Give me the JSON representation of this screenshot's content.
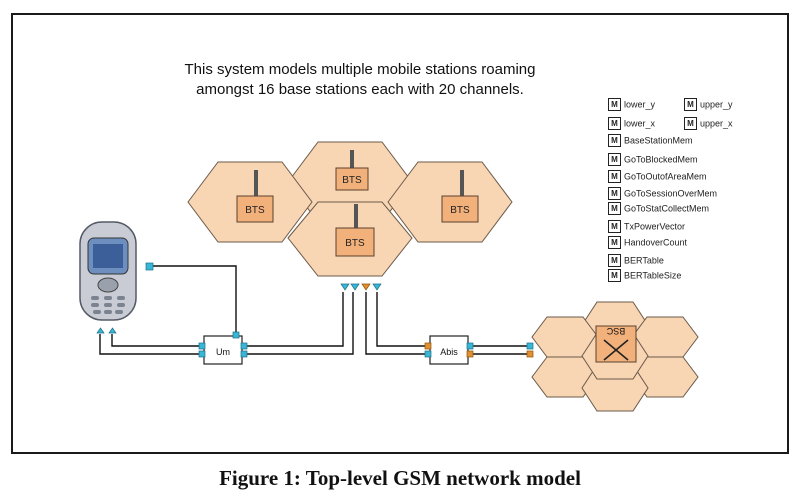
{
  "description": "This system models multiple mobile stations roaming amongst 16 base stations each with 20 channels.",
  "caption": "Figure 1: Top-level GSM network model",
  "bts_labels": [
    "BTS",
    "BTS",
    "BTS",
    "BTS"
  ],
  "bsc_label": "BSC",
  "um_label": "Um",
  "abis_label": "Abis",
  "module_letter": "M",
  "params": [
    "lower_y",
    "upper_y",
    "lower_x",
    "upper_x",
    "BaseStationMem",
    "GoToBlockedMem",
    "GoToOutofAreaMem",
    "GoToSessionOverMem",
    "GoToStatCollectMem",
    "TxPowerVector",
    "HandoverCount",
    "BERTable",
    "BERTableSize"
  ],
  "colors": {
    "hex_fill": "#f8d6b4",
    "hex_stroke": "#6b5a4a",
    "box_fill": "#f2b07a",
    "port_in": "#38b6d8",
    "port_out": "#e2902f"
  }
}
